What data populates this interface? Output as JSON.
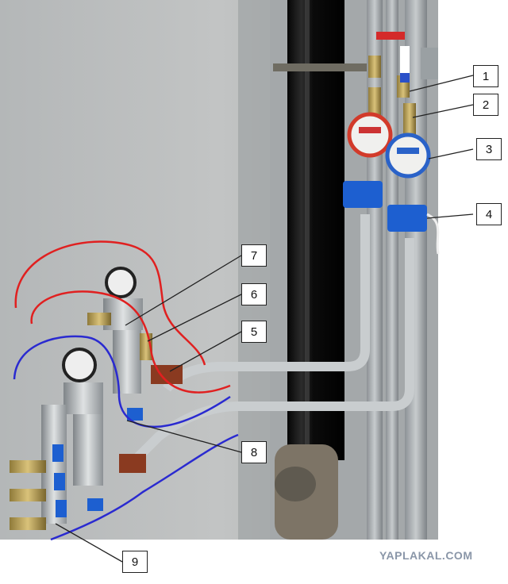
{
  "photo": {
    "subject": "photo",
    "colors": {
      "wall": "#b9bcbd",
      "drain_pipe": "#141414",
      "red_outline": "#e02020",
      "blue_outline": "#2a2ad0",
      "meter_red": "#d23a2a",
      "meter_blue": "#2a62c8",
      "valve_blue": "#1d5fd0"
    }
  },
  "callouts": [
    {
      "id": "1",
      "label": "1"
    },
    {
      "id": "2",
      "label": "2"
    },
    {
      "id": "3",
      "label": "3"
    },
    {
      "id": "4",
      "label": "4"
    },
    {
      "id": "5",
      "label": "5"
    },
    {
      "id": "6",
      "label": "6"
    },
    {
      "id": "7",
      "label": "7"
    },
    {
      "id": "8",
      "label": "8"
    },
    {
      "id": "9",
      "label": "9"
    }
  ],
  "watermark": "YAPLAKAL.COM"
}
